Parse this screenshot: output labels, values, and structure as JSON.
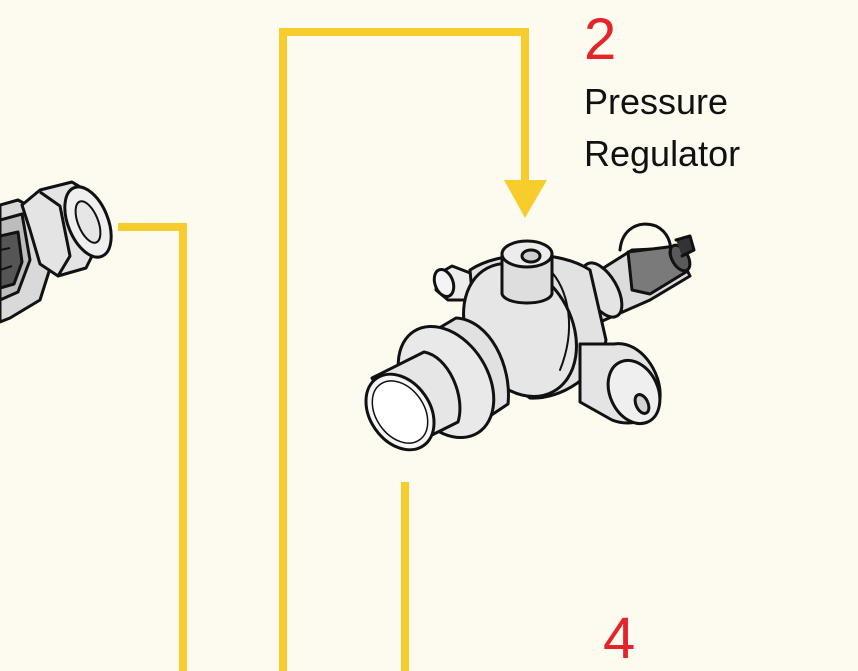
{
  "steps": [
    {
      "number": "2",
      "label_lines": [
        "Pressure",
        "Regulator"
      ]
    },
    {
      "number": "4"
    }
  ],
  "colors": {
    "background": "#fdfbef",
    "flow_line": "#f7cd2e",
    "step_number": "#e3242b",
    "outline": "#111111",
    "metal_light": "#e2e2e2",
    "metal_dark": "#8a8a8a"
  },
  "icons": [
    "pressure-regulator-icon",
    "fitting-icon",
    "flow-arrow-icon"
  ]
}
